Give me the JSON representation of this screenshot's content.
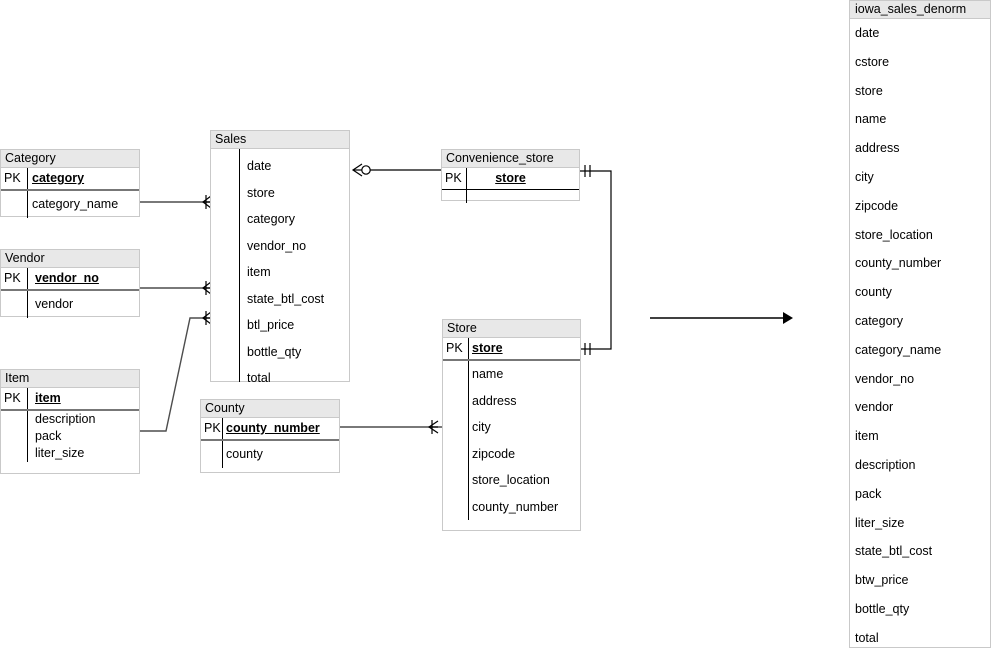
{
  "diagram": {
    "type": "entity-relationship-diagram",
    "notation": "crows-foot",
    "background": "#ffffff",
    "header_fill": "#e8e8e8",
    "border_color": "#c9c9c9",
    "line_color": "#4d4d4d"
  },
  "entities": [
    {
      "name": "Category",
      "pk_tag": "PK",
      "pk": "category",
      "attributes": [
        "category_name"
      ]
    },
    {
      "name": "Vendor",
      "pk_tag": "PK",
      "pk": "vendor_no",
      "attributes": [
        "vendor"
      ]
    },
    {
      "name": "Item",
      "pk_tag": "PK",
      "pk": "item",
      "attributes": [
        "description",
        "pack",
        "liter_size"
      ]
    },
    {
      "name": "Sales",
      "pk_tag": "",
      "pk": "",
      "attributes": [
        "date",
        "store",
        "category",
        "vendor_no",
        "item",
        "state_btl_cost",
        "btl_price",
        "bottle_qty",
        "total"
      ]
    },
    {
      "name": "County",
      "pk_tag": "PK",
      "pk": "county_number",
      "attributes": [
        "county"
      ]
    },
    {
      "name": "Convenience_store",
      "pk_tag": "PK",
      "pk": "store",
      "attributes": []
    },
    {
      "name": "Store",
      "pk_tag": "PK",
      "pk": "store",
      "attributes": [
        "name",
        "address",
        "city",
        "zipcode",
        "store_location",
        "county_number"
      ]
    }
  ],
  "denorm_table": {
    "name": "iowa_sales_denorm",
    "columns": [
      "date",
      "cstore",
      "store",
      "name",
      "address",
      "city",
      "zipcode",
      "store_location",
      "county_number",
      "county",
      "category",
      "category_name",
      "vendor_no",
      "vendor",
      "item",
      "description",
      "pack",
      "liter_size",
      "state_btl_cost",
      "btw_price",
      "bottle_qty",
      "total"
    ]
  },
  "relationships": [
    {
      "from": "Category",
      "to": "Sales",
      "cardinality": "one-to-many"
    },
    {
      "from": "Vendor",
      "to": "Sales",
      "cardinality": "one-to-many"
    },
    {
      "from": "Item",
      "to": "Sales",
      "cardinality": "one-to-many"
    },
    {
      "from": "Sales",
      "to": "Convenience_store",
      "cardinality": "zero-or-many-to-one"
    },
    {
      "from": "Convenience_store",
      "to": "Store",
      "cardinality": "one-to-one"
    },
    {
      "from": "County",
      "to": "Store",
      "cardinality": "one-to-many"
    }
  ],
  "flow_arrow": {
    "direction": "right",
    "label": ""
  }
}
